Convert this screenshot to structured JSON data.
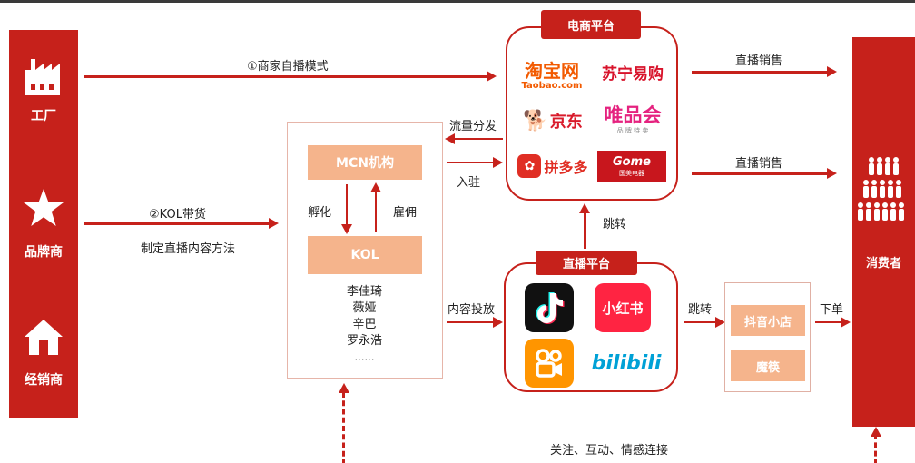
{
  "left_column": {
    "factory": "工厂",
    "brand": "品牌商",
    "distributor": "经销商"
  },
  "consumer": "消费者",
  "flows": {
    "mode1": "①商家自播模式",
    "mode2": "②KOL带货",
    "mode2_sub": "制定直播内容方法",
    "traffic": "流量分发",
    "settle": "入驻",
    "live_sales_top": "直播销售",
    "live_sales_mid": "直播销售",
    "jump_up": "跳转",
    "content": "内容投放",
    "jump_right": "跳转",
    "order": "下单",
    "bottom": "关注、互动、情感连接"
  },
  "mcn": {
    "mcn_label": "MCN机构",
    "kol_label": "KOL",
    "incubate": "孵化",
    "employ": "雇佣",
    "names": [
      "李佳琦",
      "薇娅",
      "辛巴",
      "罗永浩",
      "……"
    ]
  },
  "ecommerce": {
    "tag": "电商平台",
    "taobao": "淘宝网",
    "taobao_en": "Taobao.com",
    "suning": "苏宁易购",
    "jd": "京东",
    "vip": "唯品会",
    "vip_sub": "品 牌 特 卖",
    "pdd": "拼多多",
    "gome": "Gome",
    "gome_sub": "国美电器"
  },
  "live_platform": {
    "tag": "直播平台",
    "xhs": "小红书",
    "bili": "bilibili"
  },
  "stores": {
    "douyin": "抖音小店",
    "mojie": "魔筷"
  },
  "colors": {
    "red": "#c6211b",
    "peach": "#f5b48c"
  }
}
